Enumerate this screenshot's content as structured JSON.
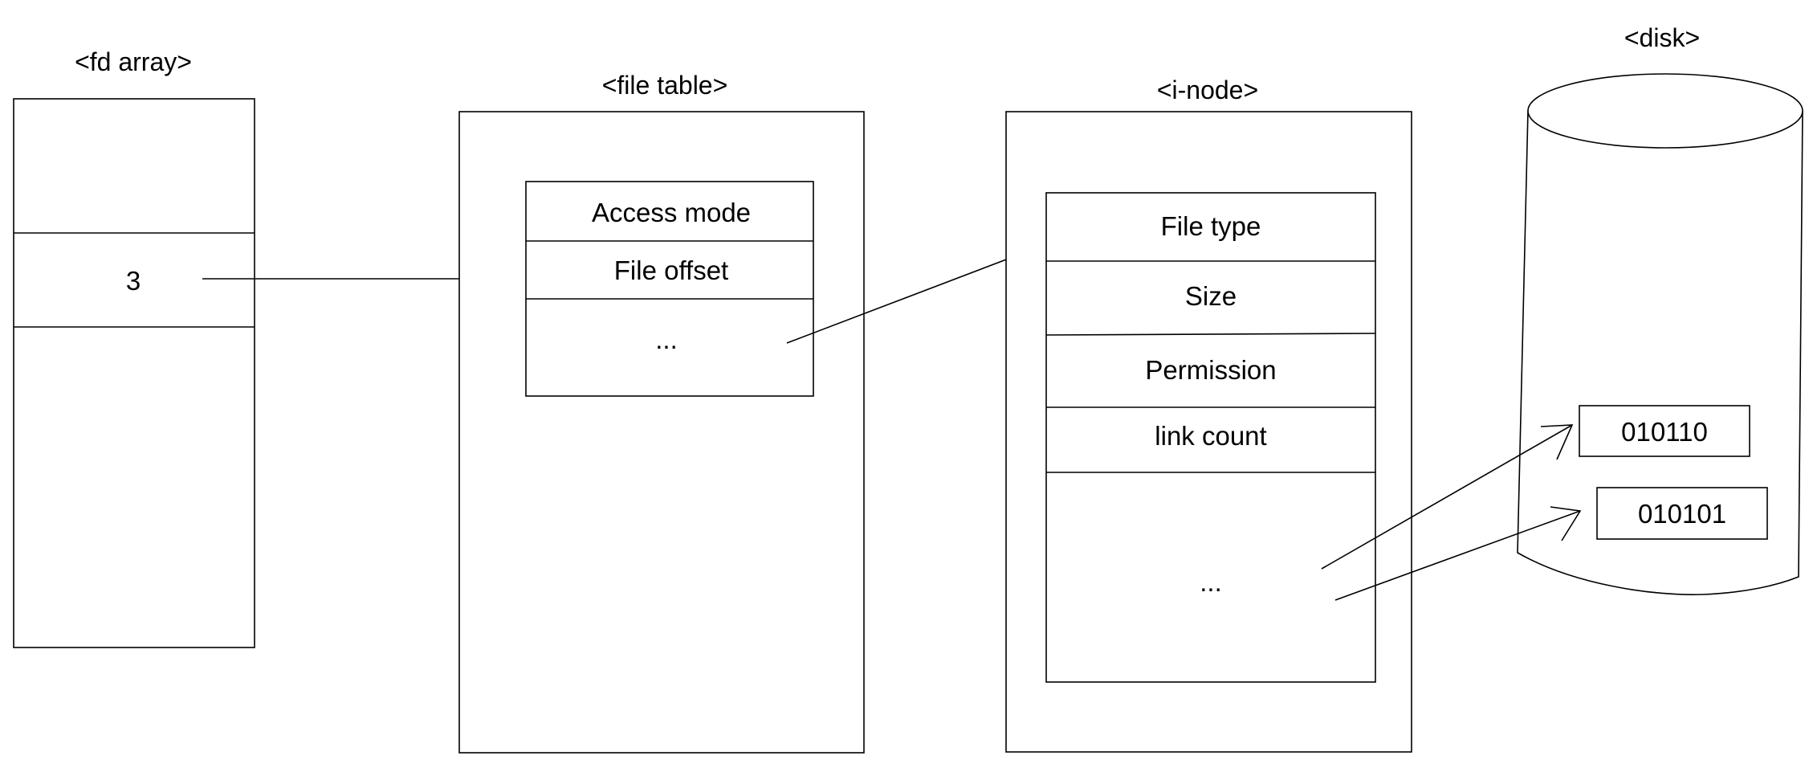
{
  "fd_array": {
    "title": "<fd array>",
    "entry": "3"
  },
  "file_table": {
    "title": "<file table>",
    "fields": [
      "Access mode",
      "File offset",
      "..."
    ]
  },
  "inode": {
    "title": "<i-node>",
    "fields": [
      "File type",
      "Size",
      "Permission",
      "link count",
      "..."
    ]
  },
  "disk": {
    "title": "<disk>",
    "blocks": [
      "010110",
      "010101"
    ]
  }
}
